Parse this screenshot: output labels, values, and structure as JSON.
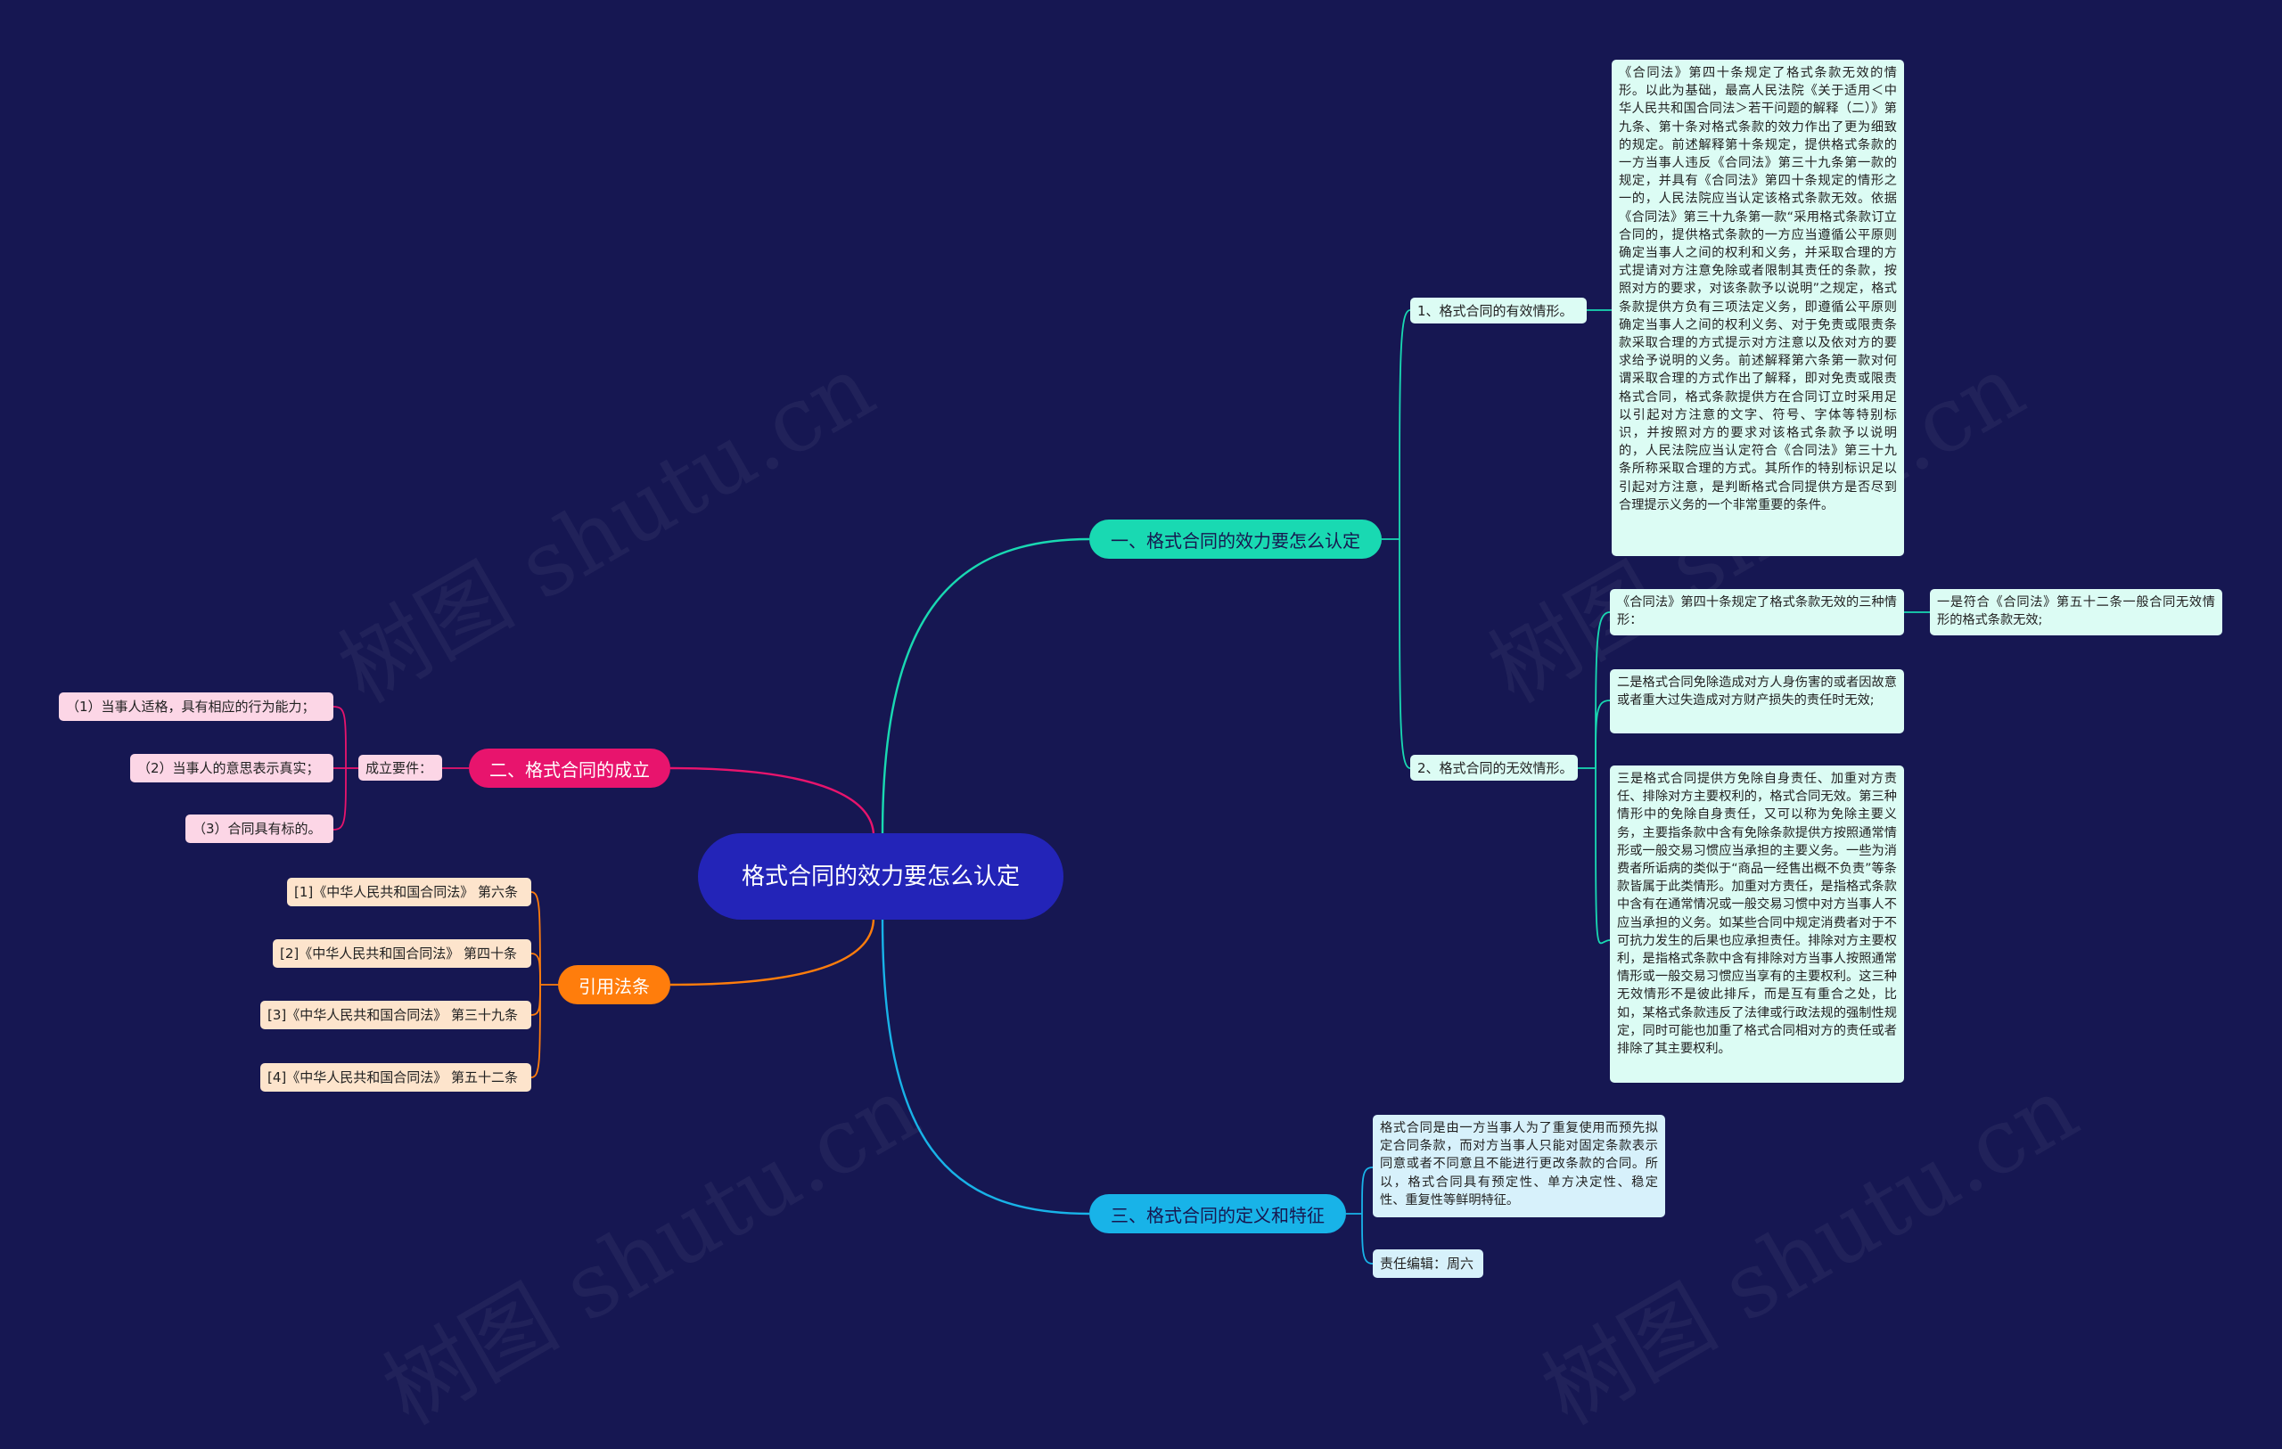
{
  "watermark": "树图 shutu.cn",
  "root": {
    "title": "格式合同的效力要怎么认定"
  },
  "branches": {
    "b1": {
      "label": "一、格式合同的效力要怎么认定",
      "sub1": {
        "label": "1、格式合同的有效情形。",
        "text": "《合同法》第四十条规定了格式条款无效的情形。以此为基础，最高人民法院《关于适用＜中华人民共和国合同法＞若干问题的解释（二）》第九条、第十条对格式条款的效力作出了更为细致的规定。前述解释第十条规定，提供格式条款的一方当事人违反《合同法》第三十九条第一款的规定，并具有《合同法》第四十条规定的情形之一的，人民法院应当认定该格式条款无效。依据《合同法》第三十九条第一款“采用格式条款订立合同的，提供格式条款的一方应当遵循公平原则确定当事人之间的权利和义务，并采取合理的方式提请对方注意免除或者限制其责任的条款，按照对方的要求，对该条款予以说明”之规定，格式条款提供方负有三项法定义务，即遵循公平原则确定当事人之间的权利义务、对于免责或限责条款采取合理的方式提示对方注意以及依对方的要求给予说明的义务。前述解释第六条第一款对何谓采取合理的方式作出了解释，即对免责或限责格式合同，格式条款提供方在合同订立时采用足以引起对方注意的文字、符号、字体等特别标识，并按照对方的要求对该格式条款予以说明的，人民法院应当认定符合《合同法》第三十九条所称采取合理的方式。其所作的特别标识足以引起对方注意，是判断格式合同提供方是否尽到合理提示义务的一个非常重要的条件。"
      },
      "sub2": {
        "label": "2、格式合同的无效情形。",
        "items": [
          "《合同法》第四十条规定了格式条款无效的三种情形：",
          "二是格式合同免除造成对方人身伤害的或者因故意或者重大过失造成对方财产损失的责任时无效;",
          "三是格式合同提供方免除自身责任、加重对方责任、排除对方主要权利的，格式合同无效。第三种情形中的免除自身责任，又可以称为免除主要义务，主要指条款中含有免除条款提供方按照通常情形或一般交易习惯应当承担的主要义务。一些为消费者所诟病的类似于“商品一经售出概不负责”等条款皆属于此类情形。加重对方责任，是指格式条款中含有在通常情况或一般交易习惯中对方当事人不应当承担的义务。如某些合同中规定消费者对于不可抗力发生的后果也应承担责任。排除对方主要权利，是指格式条款中含有排除对方当事人按照通常情形或一般交易习惯应当享有的主要权利。这三种无效情形不是彼此排斥，而是互有重合之处，比如，某格式条款违反了法律或行政法规的强制性规定，同时可能也加重了格式合同相对方的责任或者排除了其主要权利。"
        ],
        "extra": "一是符合《合同法》第五十二条一般合同无效情形的格式条款无效;"
      }
    },
    "b2": {
      "label": "二、格式合同的成立",
      "group_label": "成立要件：",
      "items": [
        "（1）当事人适格，具有相应的行为能力；",
        "（2）当事人的意思表示真实；",
        "（3）合同具有标的。"
      ]
    },
    "b3": {
      "label": "引用法条",
      "items": [
        "[1]《中华人民共和国合同法》 第六条",
        "[2]《中华人民共和国合同法》 第四十条",
        "[3]《中华人民共和国合同法》 第三十九条",
        "[4]《中华人民共和国合同法》 第五十二条"
      ]
    },
    "b4": {
      "label": "三、格式合同的定义和特征",
      "text": "格式合同是由一方当事人为了重复使用而预先拟定合同条款，而对方当事人只能对固定条款表示同意或者不同意且不能进行更改条款的合同。所以，格式合同具有预定性、单方决定性、稳定性、重复性等鲜明特征。",
      "editor": "责任编辑：周六"
    }
  },
  "colors": {
    "background": "#161752",
    "root": "#2324b8",
    "branch1": "#19d9b2",
    "branch2": "#e8146d",
    "branch3": "#ff7d0c",
    "branch4": "#18b3e8"
  }
}
